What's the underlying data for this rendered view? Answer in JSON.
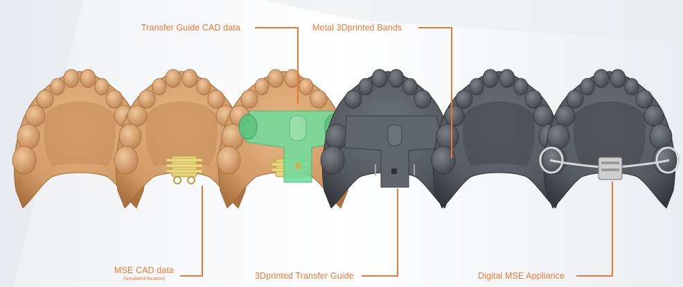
{
  "labels": {
    "transfer_guide_cad": "Transfer Guide CAD data",
    "metal_bands": "Metal 3Dprinted Bands",
    "mse_cad": "MSE CAD data",
    "mse_cad_note": "(simulated location)",
    "printed_transfer_guide": "3Dprinted Transfer Guide",
    "digital_mse": "Digital MSE Appliance"
  },
  "colors": {
    "callout": "#e8783a",
    "cad_model": "#d9a472",
    "printed_model": "#565a61",
    "guide_cad": "#5fcf8f",
    "expander_cad": "#e6d27a",
    "metal": "#c9c9c9"
  },
  "icons": {
    "models": [
      "cad-dental-model",
      "cad-dental-model",
      "cad-dental-model",
      "printed-dental-model",
      "printed-dental-model",
      "printed-dental-model"
    ]
  }
}
